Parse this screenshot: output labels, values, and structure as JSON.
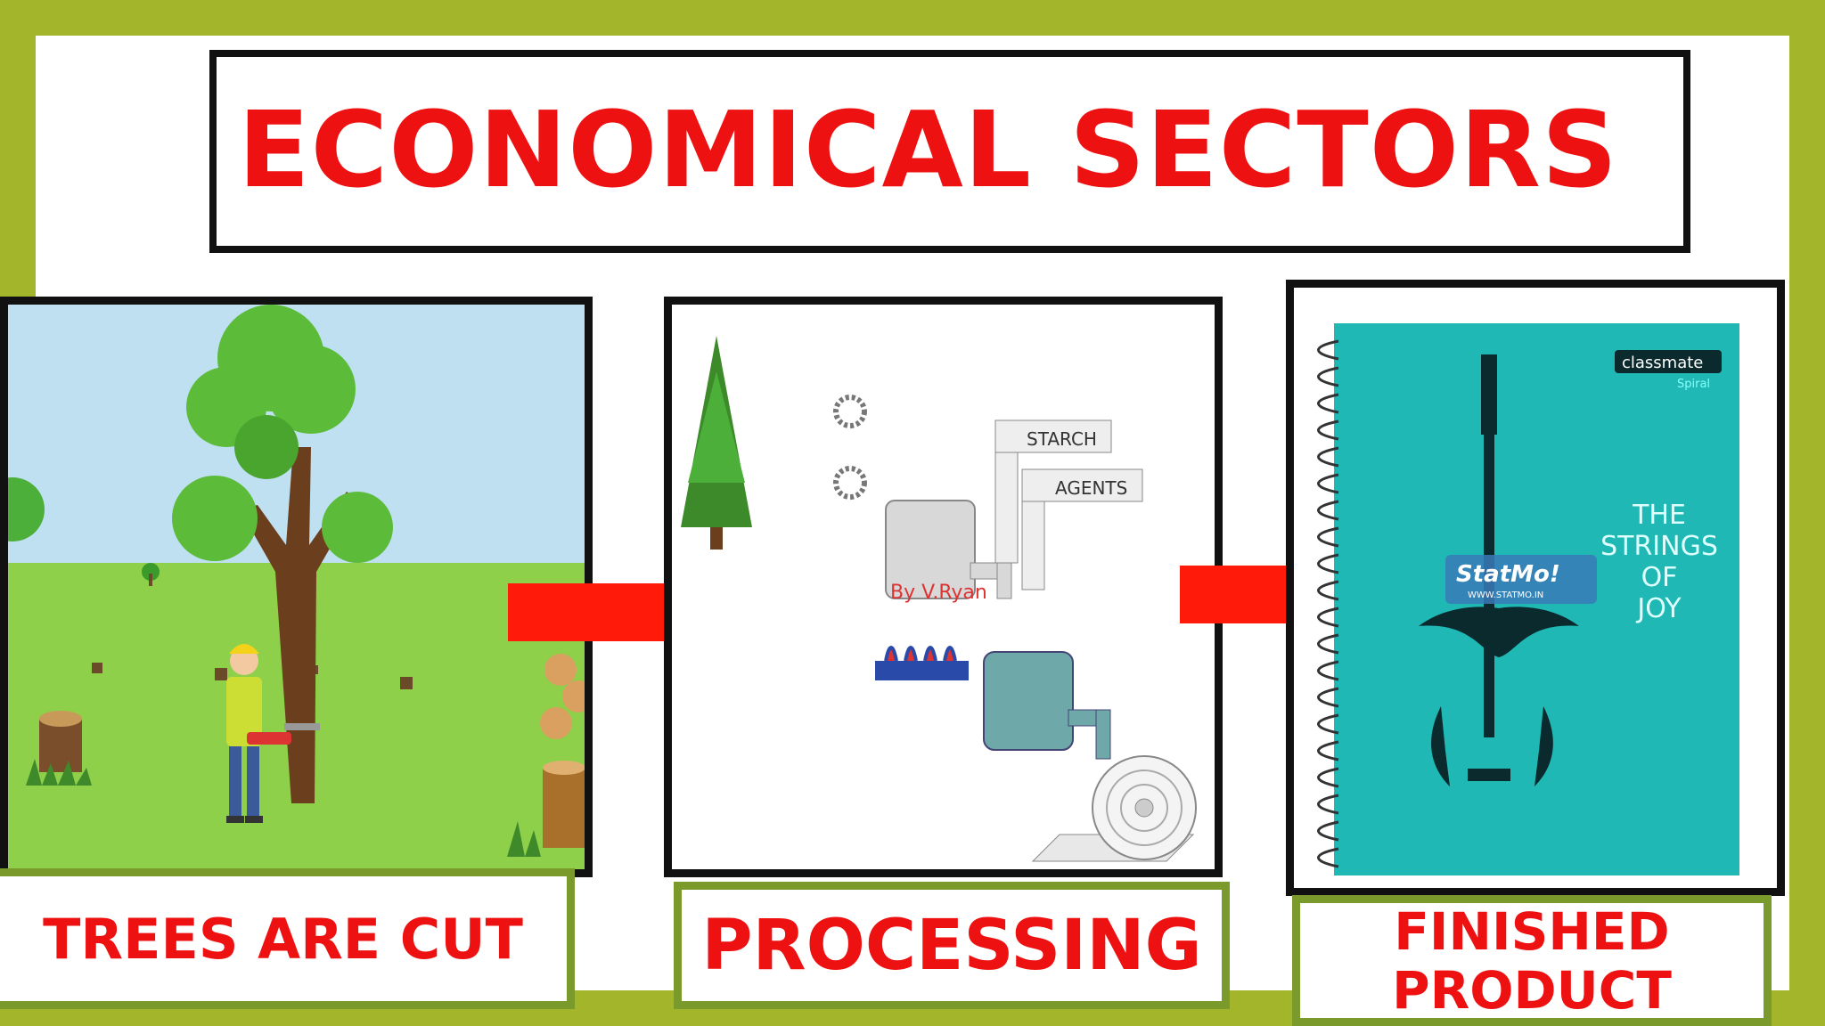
{
  "title": "ECONOMICAL SECTORS",
  "steps": [
    {
      "label": "TREES ARE CUT"
    },
    {
      "label": "PROCESSING"
    },
    {
      "label": "FINISHED PRODUCT"
    }
  ],
  "processing_diagram": {
    "pipe_label_1": "STARCH",
    "pipe_label_2": "AGENTS",
    "credit": "By V.Ryan"
  },
  "notebook": {
    "brand": "classmate",
    "brand_sub": "Spiral",
    "cover_text": [
      "THE",
      "STRINGS",
      "OF",
      "JOY"
    ],
    "sticker": "StatMo!",
    "sticker_url": "WWW.STATMO.IN"
  },
  "colors": {
    "background": "#a3b52a",
    "title_red": "#ee1111",
    "arrow_red": "#ff1a0a",
    "label_border": "#7a9a2c",
    "notebook_teal": "#1fb8b4"
  }
}
